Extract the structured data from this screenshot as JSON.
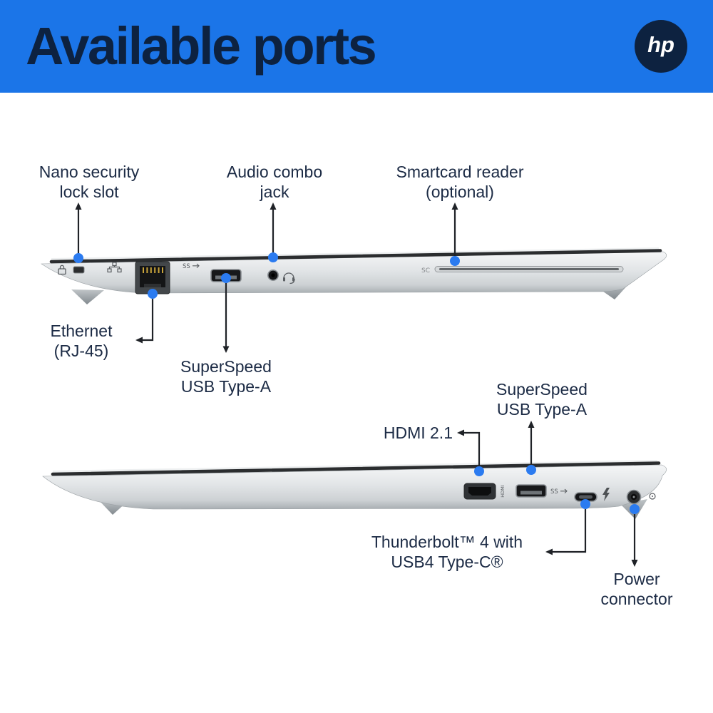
{
  "header": {
    "title": "Available ports",
    "brand": "hp",
    "background_color": "#1b75e8",
    "title_color": "#0d2240",
    "logo_color": "#0d2240"
  },
  "accent": {
    "port_marker_color": "#2b7bf0",
    "arrow_color": "#1f2227",
    "label_color": "#1c2b45"
  },
  "callouts": {
    "nano_lock": "Nano security\nlock slot",
    "audio_jack": "Audio combo\njack",
    "smartcard": "Smartcard reader\n(optional)",
    "ethernet": "Ethernet\n(RJ-45)",
    "usb_a_left": "SuperSpeed\nUSB Type-A",
    "usb_a_right": "SuperSpeed\nUSB Type-A",
    "hdmi": "HDMI 2.1",
    "thunderbolt": "Thunderbolt™ 4 with\nUSB4 Type-C®",
    "power": "Power\nconnector"
  },
  "port_markings": {
    "smartcard": "SC",
    "hdmi": "HDMI",
    "superspeed": "SS",
    "superspeed2": "SS"
  }
}
